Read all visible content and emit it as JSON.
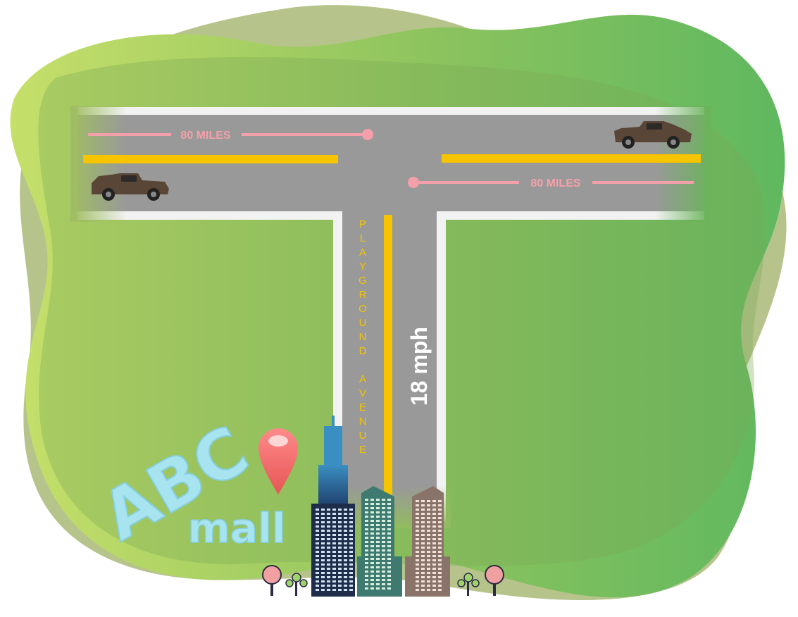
{
  "map": {
    "colors": {
      "blob_light": "#c6df6a",
      "blob_mid": "#9bbf5e",
      "blob_dark": "#5fb35f",
      "blob_shadow": "#a8b879",
      "road": "#999999",
      "road_edge": "#f2f2f2",
      "center_line": "#f6c400",
      "distance_line": "#f4a0aa",
      "street_name": "#f6c400",
      "speed_text": "#ffffff",
      "pin": "#f06a6a",
      "logo": "#a8e4ef",
      "car": "#5a4636"
    },
    "top_left_distance": "80 MILES",
    "top_right_distance": "80 MILES",
    "street_name": "PLAYGROUND AVENUE",
    "speed_limit": "18 mph",
    "logo_top": "ABC",
    "logo_bottom": "mall"
  }
}
